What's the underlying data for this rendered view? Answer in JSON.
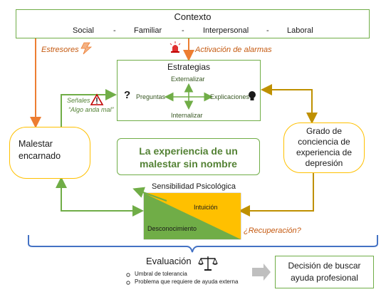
{
  "context": {
    "title": "Contexto",
    "items": [
      "Social",
      "-",
      "Familiar",
      "-",
      "Interpersonal",
      "-",
      "Laboral"
    ]
  },
  "labels": {
    "stressors": "Estresores",
    "alarms": "Activación de alarmas",
    "signals": "Señales",
    "something_wrong": "“Algo anda mal”",
    "recovery": "¿Recuperación?"
  },
  "strategies": {
    "title": "Estrategias",
    "up": "Externalizar",
    "down": "Internalizar",
    "left": "Preguntas",
    "right": "Explicaciones"
  },
  "distress": {
    "line1": "Malestar",
    "line2": "encarnado"
  },
  "awareness": {
    "line1": "Grado de",
    "line2": "conciencia de",
    "line3": "experiencia de",
    "line4": "depresión"
  },
  "center": {
    "line1": "La experiencia de un",
    "line2": "malestar sin nombre"
  },
  "sensitivity": {
    "title": "Sensibilidad Psicológica",
    "intuition": "Intuición",
    "unknown": "Desconocimiento"
  },
  "evaluation": {
    "title": "Evaluación",
    "items": [
      "Umbral de tolerancia",
      "Problema que requiere de ayuda externa"
    ]
  },
  "decision": {
    "line1": "Decisión de buscar",
    "line2": "ayuda profesional"
  },
  "colors": {
    "green": "#70ad47",
    "orange": "#ed7d31",
    "gold": "#bf9000",
    "blue": "#4472c4",
    "yellow": "#ffc000",
    "grey": "#bfbfbf"
  }
}
